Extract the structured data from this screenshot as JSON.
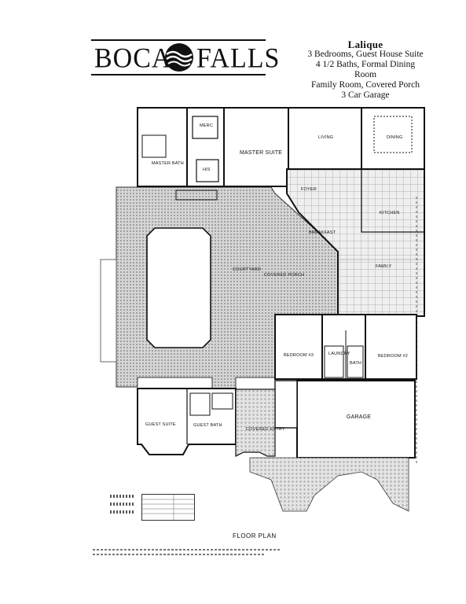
{
  "brand": {
    "left_text": "BOCA",
    "right_text": "FALLS"
  },
  "header": {
    "model_name": "Lalique",
    "features": [
      "3 Bedrooms, Guest House Suite",
      "4 1/2 Baths, Formal Dining Room",
      "Family Room, Covered Porch",
      "3 Car Garage"
    ]
  },
  "rooms": {
    "merc": "MERC",
    "master_bath": "MASTER BATH",
    "his": "HIS",
    "master_suite": "MASTER SUITE",
    "living": "LIVING",
    "dining": "DINING",
    "foyer": "FOYER",
    "kitchen": "KITCHEN",
    "breakfast": "BREAKFAST",
    "family": "FAMILY",
    "courtyard": "COURTYARD",
    "covered_porch": "COVERED PORCH",
    "bedroom_3": "BEDROOM #3",
    "laundry": "LAUNDRY",
    "bath_3": "BATH",
    "bedroom_2": "BEDROOM #2",
    "garage": "GARAGE",
    "guest_suite": "GUEST SUITE",
    "guest_bath": "GUEST BATH",
    "covered_entry": "COVERED ENTRY"
  },
  "footer": {
    "plan_title": "FLOOR PLAN"
  }
}
